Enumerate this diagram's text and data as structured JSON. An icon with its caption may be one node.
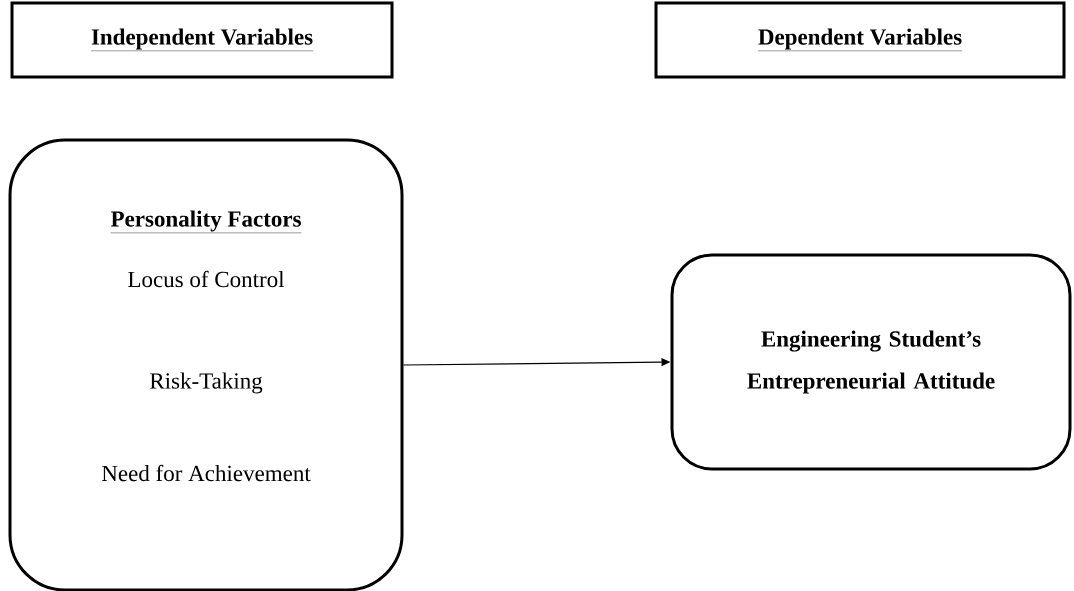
{
  "diagram": {
    "nodes": [
      {
        "text": [
          "Independent Variables"
        ]
      },
      {
        "text": [
          "Dependent Variables"
        ]
      },
      {
        "text": [
          "Personality Factors",
          "Locus of Control",
          "Risk-Taking",
          "Need for Achievement"
        ]
      },
      {
        "text": [
          "Engineering Student’s Entrepreneurial Attitude"
        ]
      }
    ],
    "edges": [
      {
        "from": 2,
        "to": 3,
        "arrow": "to"
      }
    ]
  }
}
